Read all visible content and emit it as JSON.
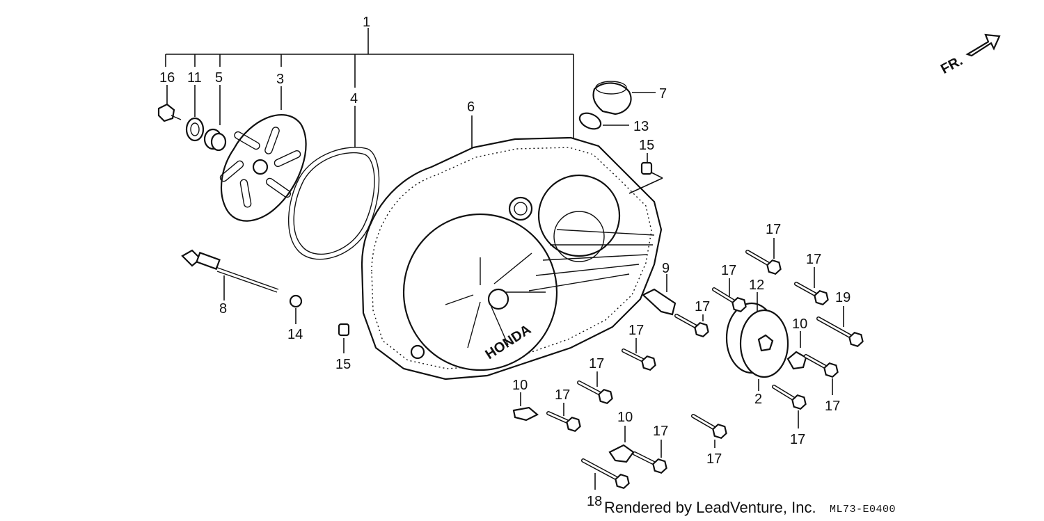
{
  "direction_label": "FR.",
  "callouts": {
    "c1": "1",
    "c2": "2",
    "c3": "3",
    "c4": "4",
    "c5": "5",
    "c6": "6",
    "c7": "7",
    "c8": "8",
    "c9": "9",
    "c10": "10",
    "c11": "11",
    "c12": "12",
    "c13": "13",
    "c14": "14",
    "c15": "15",
    "c16": "16",
    "c17": "17",
    "c18": "18",
    "c19": "19"
  },
  "cover_logo": "HONDA",
  "footer": {
    "credit": "Rendered by LeadVenture, Inc.",
    "code": "ML73-E0400"
  }
}
